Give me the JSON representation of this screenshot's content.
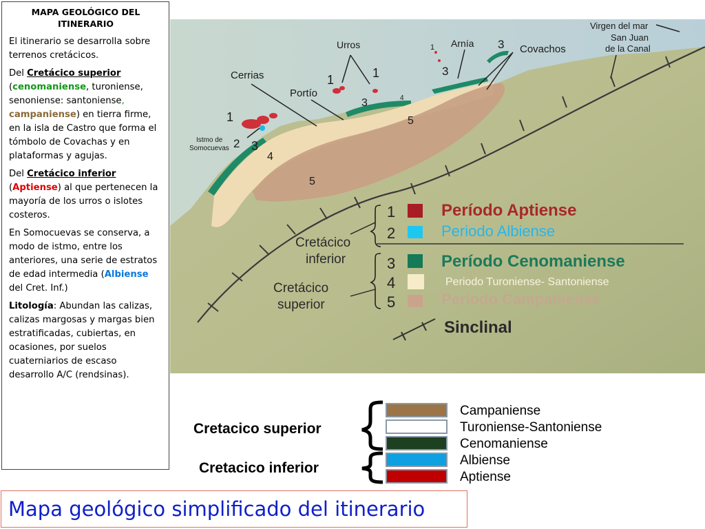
{
  "panel": {
    "title": "MAPA GEOLÓGICO  DEL ITINERARIO",
    "p1": "El itinerario se desarrolla sobre terrenos cretácicos.",
    "p2": {
      "a": "Del ",
      "b": "Cretácico superior",
      "c": " (",
      "d": "cenomaniense",
      "e": ", turoniense, senoniense: santoniense",
      "f": ", ",
      "g": "campaniense",
      "h": ") en tierra firme, en la isla de Castro que forma el tómbolo de Covachas y en plataformas y agujas."
    },
    "p3": {
      "a": "Del ",
      "b": "Cretácico inferior",
      "c": " (",
      "d": "Aptiense",
      "e": ") al que pertenecen la mayoría de los urros o islotes costeros."
    },
    "p4": {
      "a": "En Somocuevas se conserva, a modo de istmo, entre los anteriores, una serie de estratos de edad intermedia (",
      "b": "Albiense",
      "c": " del Cret. Inf.)"
    },
    "p5": {
      "a": "Litología",
      "b": ": Abundan las calizas, calizas margosas y margas bien estratificadas, cubiertas, en ocasiones, por suelos cuaterniarios de escaso desarrollo A/C (rendsinas)."
    }
  },
  "map": {
    "places": {
      "virgen": "Virgen del mar",
      "sanjuan_1": "San Juan",
      "sanjuan_2": "de la Canal",
      "urros": "Urros",
      "arnia": "Arnía",
      "covachos": "Covachos",
      "cerrias": "Cerrias",
      "portio": "Portío",
      "istmo_1": "Istmo de",
      "istmo_2": "Somocuevas"
    },
    "numbers": {
      "n1_islet": "1",
      "n3_top": "3",
      "n3_arnia": "3",
      "n1_urros_a": "1",
      "n1_urros_b": "1",
      "n3_portio": "3",
      "n4_small": "4",
      "n5_right": "5",
      "n1_left": "1",
      "n2_left": "2",
      "n3_left": "3",
      "n4_left": "4",
      "n5_center": "5"
    },
    "legend": {
      "num1": "1",
      "num2": "2",
      "num3": "3",
      "num4": "4",
      "num5": "5",
      "aptiense": "Período Aptiense",
      "albiense": "Periodo Albiense",
      "cenomaniense": "Período Cenomaniense",
      "turoniense": "Periodo Turoniense- Santoniense",
      "campaniense": "Período Campaniense",
      "sinclinal": "Sinclinal",
      "cret_inf_1": "Cretácico",
      "cret_inf_2": "inferior",
      "cret_sup_1": "Cretácico",
      "cret_sup_2": "superior"
    }
  },
  "legend2": {
    "superior": "Cretacico superior",
    "inferior": "Cretacico inferior",
    "items": [
      "Campaniense",
      "Turoniense-Santoniense",
      "Cenomaniense",
      "Albiense",
      "Aptiense"
    ],
    "colors": [
      "#9b7447",
      "#ffffff",
      "#1d4020",
      "#0ea0e0",
      "#c00000"
    ]
  },
  "page_title": "Mapa geológico simplificado del itinerario",
  "colors": {
    "aptiense": "#b0202c",
    "albiense": "#18b8e8",
    "cenomaniense": "#1a8060",
    "turoniense": "#f3e3bd",
    "campaniense": "#c49a7c",
    "title_blue": "#1020c8",
    "green_emph": "#129818",
    "red_emph": "#e00000",
    "blue_emph": "#0a78e0"
  }
}
